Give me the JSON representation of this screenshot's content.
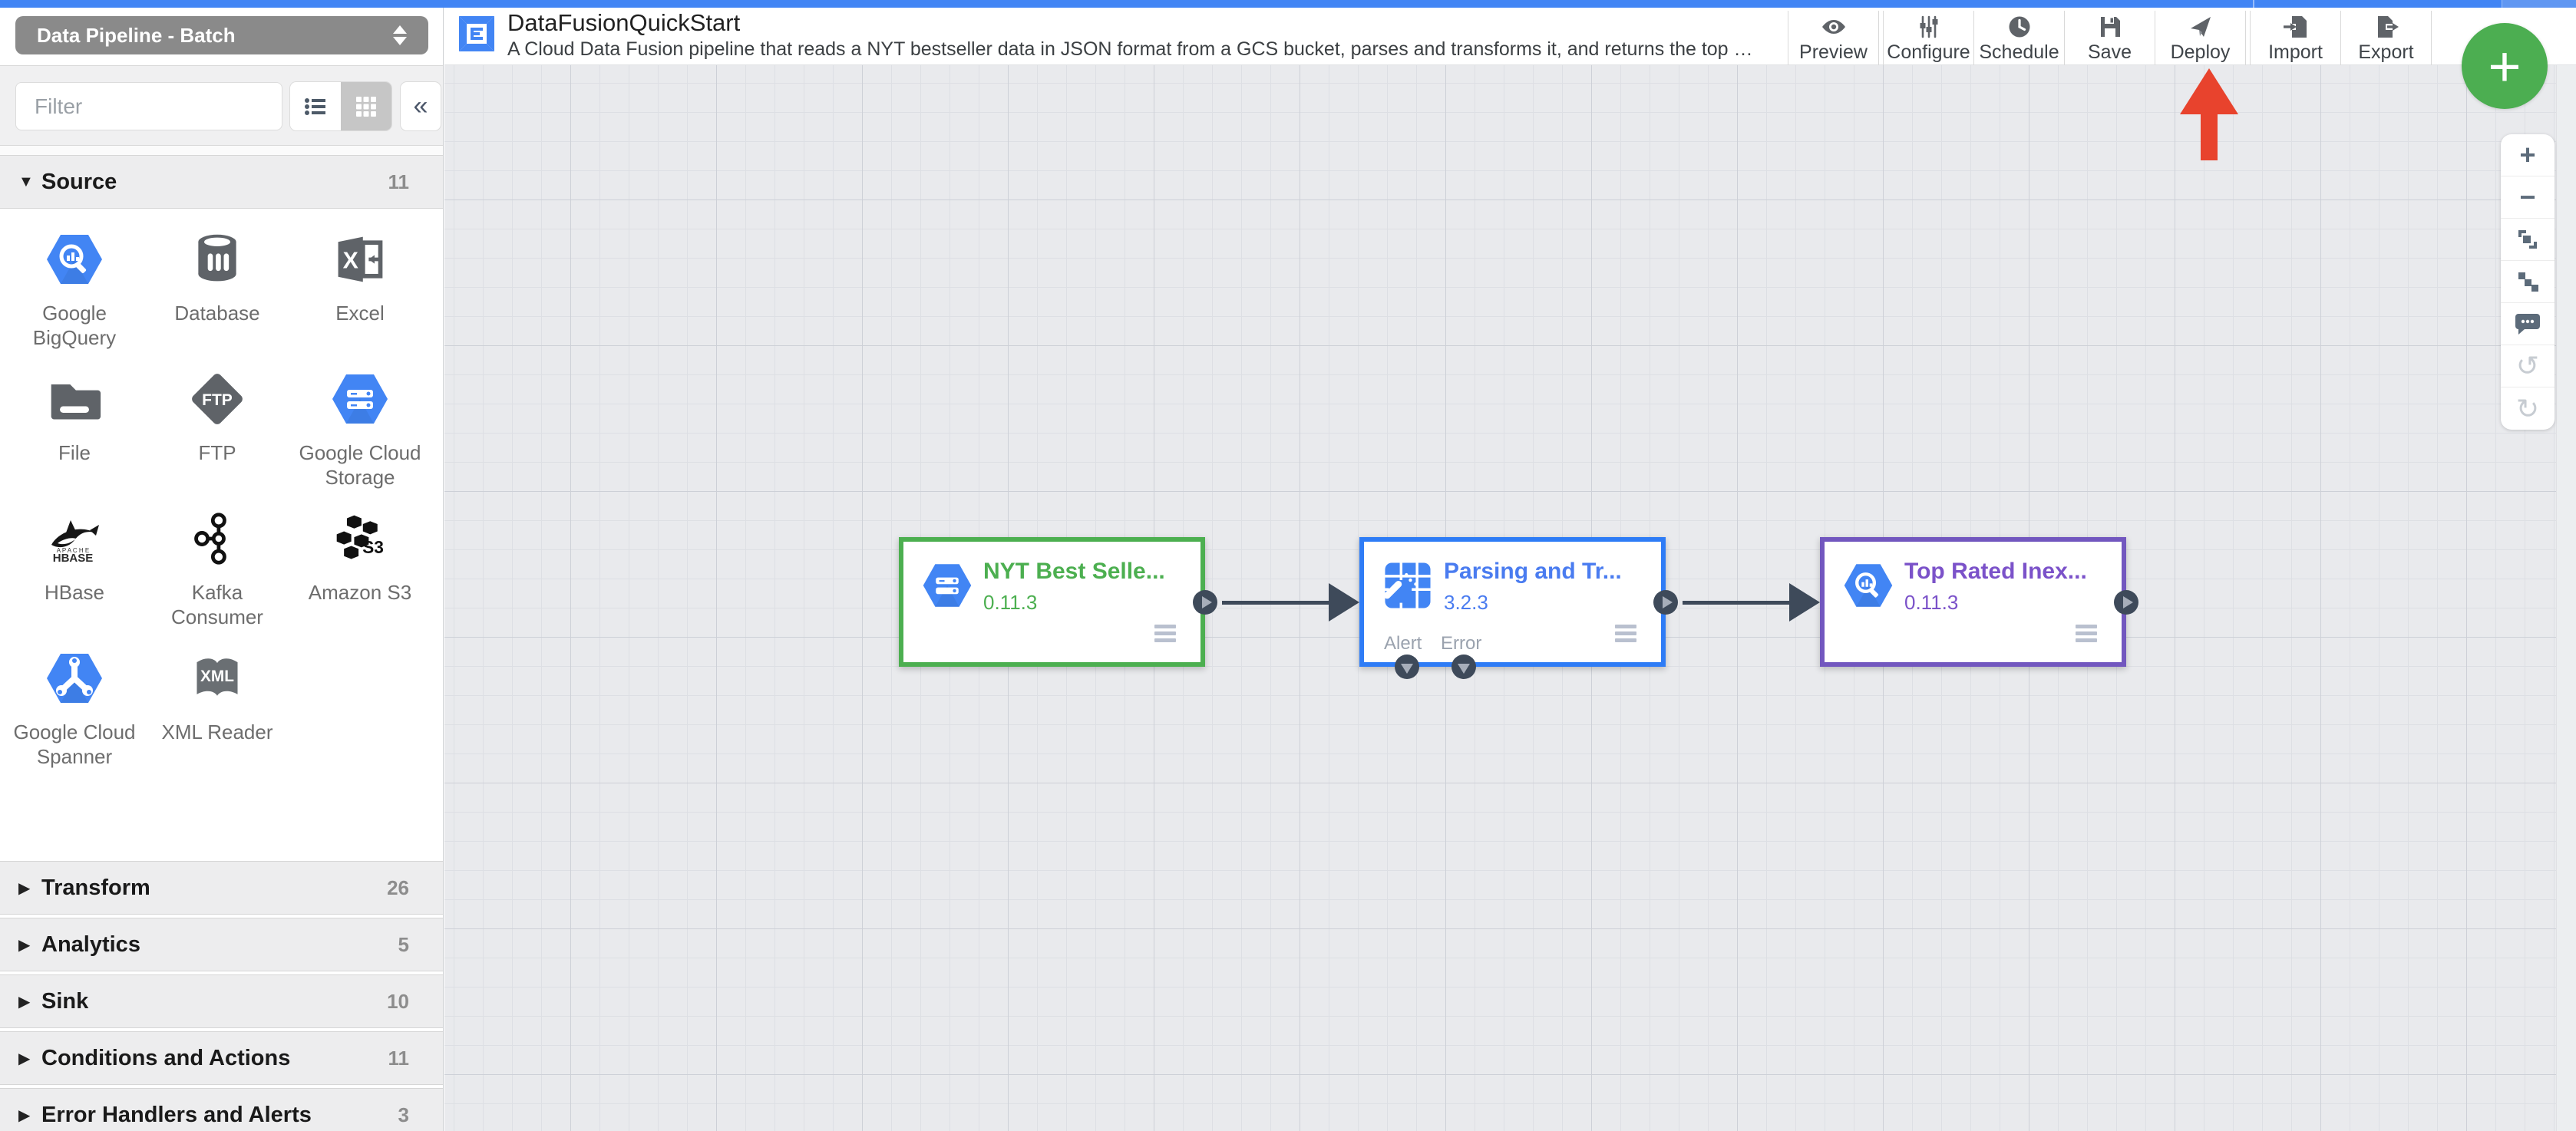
{
  "topbar": {
    "color": "#4285f4"
  },
  "pipeline_type_select": {
    "value": "Data Pipeline - Batch"
  },
  "sidebar": {
    "filter_placeholder": "Filter",
    "sections": [
      {
        "label": "Source",
        "count": "11",
        "expanded": true,
        "items": [
          {
            "label": "Google BigQuery",
            "icon": "bigquery-icon"
          },
          {
            "label": "Database",
            "icon": "database-icon"
          },
          {
            "label": "Excel",
            "icon": "excel-icon"
          },
          {
            "label": "File",
            "icon": "file-icon"
          },
          {
            "label": "FTP",
            "icon": "ftp-icon"
          },
          {
            "label": "Google Cloud Storage",
            "icon": "gcs-icon"
          },
          {
            "label": "HBase",
            "icon": "hbase-icon"
          },
          {
            "label": "Kafka Consumer",
            "icon": "kafka-icon"
          },
          {
            "label": "Amazon S3",
            "icon": "s3-icon"
          },
          {
            "label": "Google Cloud Spanner",
            "icon": "spanner-icon"
          },
          {
            "label": "XML Reader",
            "icon": "xml-icon"
          }
        ]
      },
      {
        "label": "Transform",
        "count": "26",
        "expanded": false
      },
      {
        "label": "Analytics",
        "count": "5",
        "expanded": false
      },
      {
        "label": "Sink",
        "count": "10",
        "expanded": false
      },
      {
        "label": "Conditions and Actions",
        "count": "11",
        "expanded": false
      },
      {
        "label": "Error Handlers and Alerts",
        "count": "3",
        "expanded": false
      }
    ]
  },
  "header": {
    "title": "DataFusionQuickStart",
    "description": "A Cloud Data Fusion pipeline that reads a NYT bestseller data in JSON format from a GCS bucket, parses and transforms it, and returns the top rated book...",
    "toolbar": [
      {
        "label": "Preview",
        "icon": "eye-icon"
      },
      {
        "label": "Configure",
        "icon": "sliders-icon"
      },
      {
        "label": "Schedule",
        "icon": "clock-icon"
      },
      {
        "label": "Save",
        "icon": "floppy-icon"
      },
      {
        "label": "Deploy",
        "icon": "paper-plane-icon"
      },
      {
        "label": "Import",
        "icon": "import-doc-icon"
      },
      {
        "label": "Export",
        "icon": "export-doc-icon"
      }
    ]
  },
  "fab": {
    "glyph": "+",
    "color": "#4cae51"
  },
  "annotation": {
    "shape": "red-arrow-up",
    "points_at": "Deploy",
    "color": "#e8432d"
  },
  "canvas": {
    "nodes": [
      {
        "title": "NYT Best Selle...",
        "version": "0.11.3",
        "accent": "#4caf50",
        "icon": "gcs-icon",
        "ports": {
          "out": true
        }
      },
      {
        "title": "Parsing and Tr...",
        "version": "3.2.3",
        "accent": "#2e7cf6",
        "icon": "wrangler-icon",
        "ports": {
          "in": true,
          "out": true,
          "alert_label": "Alert",
          "error_label": "Error"
        }
      },
      {
        "title": "Top Rated Inex...",
        "version": "0.11.3",
        "accent": "#7257bf",
        "icon": "bigquery-icon",
        "ports": {
          "in": true,
          "out": true
        }
      }
    ],
    "connections": [
      {
        "from": 0,
        "to": 1
      },
      {
        "from": 1,
        "to": 2
      }
    ]
  },
  "zoom_controls": [
    {
      "name": "zoom-in",
      "glyph": "+"
    },
    {
      "name": "zoom-out",
      "glyph": "−"
    },
    {
      "name": "fit-to-screen",
      "glyph": ""
    },
    {
      "name": "align-nodes",
      "glyph": ""
    },
    {
      "name": "comment",
      "glyph": ""
    },
    {
      "name": "undo",
      "glyph": "↺",
      "disabled": true
    },
    {
      "name": "redo",
      "glyph": "↻",
      "disabled": true
    }
  ]
}
